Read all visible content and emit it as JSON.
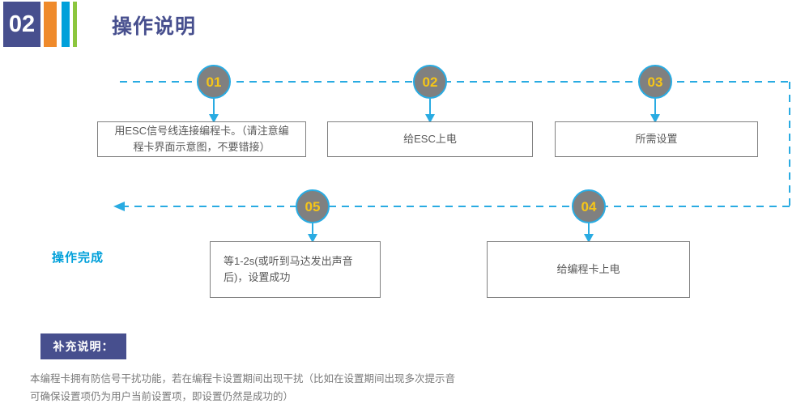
{
  "header": {
    "section_number": "02",
    "title": "操作说明",
    "accent_colors": {
      "badge": "#474f8e",
      "orange": "#ef8a2b",
      "blue": "#00a0da",
      "green": "#8cc63e"
    }
  },
  "flow": {
    "line_color": "#29abe2",
    "circle_fill": "#808080",
    "circle_text_color": "#f5c518",
    "box_border_color": "#808080",
    "finish_label": "操作完成",
    "steps": [
      {
        "number": "01",
        "text": "用ESC信号线连接编程卡。（请注意编程卡界面示意图，不要错接）"
      },
      {
        "number": "02",
        "text": "给ESC上电"
      },
      {
        "number": "03",
        "text": "所需设置"
      },
      {
        "number": "04",
        "text": "给编程卡上电"
      },
      {
        "number": "05",
        "text": "等1-2s(或听到马达发出声音后)，设置成功"
      }
    ]
  },
  "notes": {
    "badge_label": "补充说明：",
    "badge_color": "#474f8e",
    "line1": "本编程卡拥有防信号干扰功能，若在编程卡设置期间出现干扰（比如在设置期间出现多次提示音",
    "line2": "可确保设置项仍为用户当前设置项，即设置仍然是成功的）"
  }
}
